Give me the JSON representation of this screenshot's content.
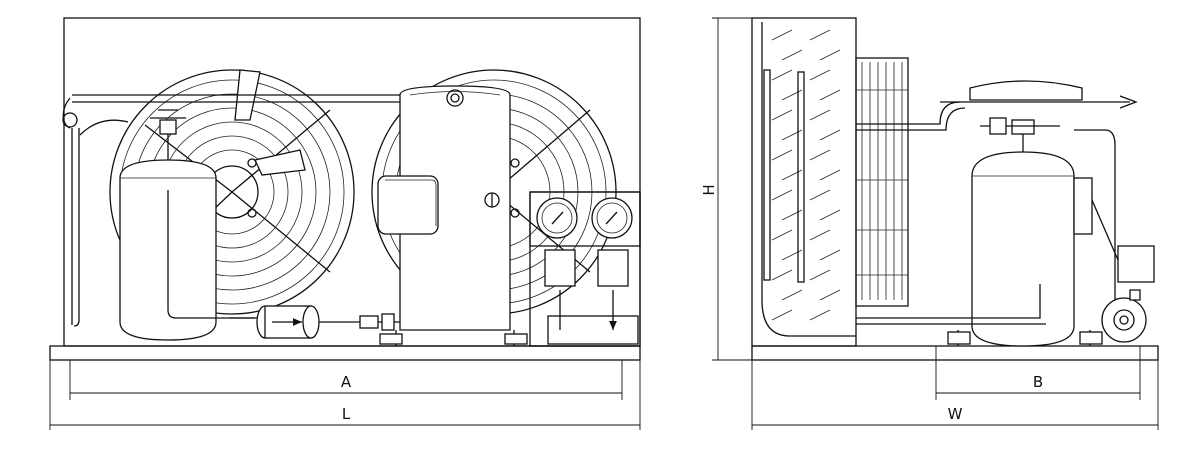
{
  "front_view": {
    "dim_inner_length": "A",
    "dim_total_length": "L"
  },
  "side_view": {
    "dim_height": "H",
    "dim_depth": "B",
    "dim_width": "W"
  }
}
